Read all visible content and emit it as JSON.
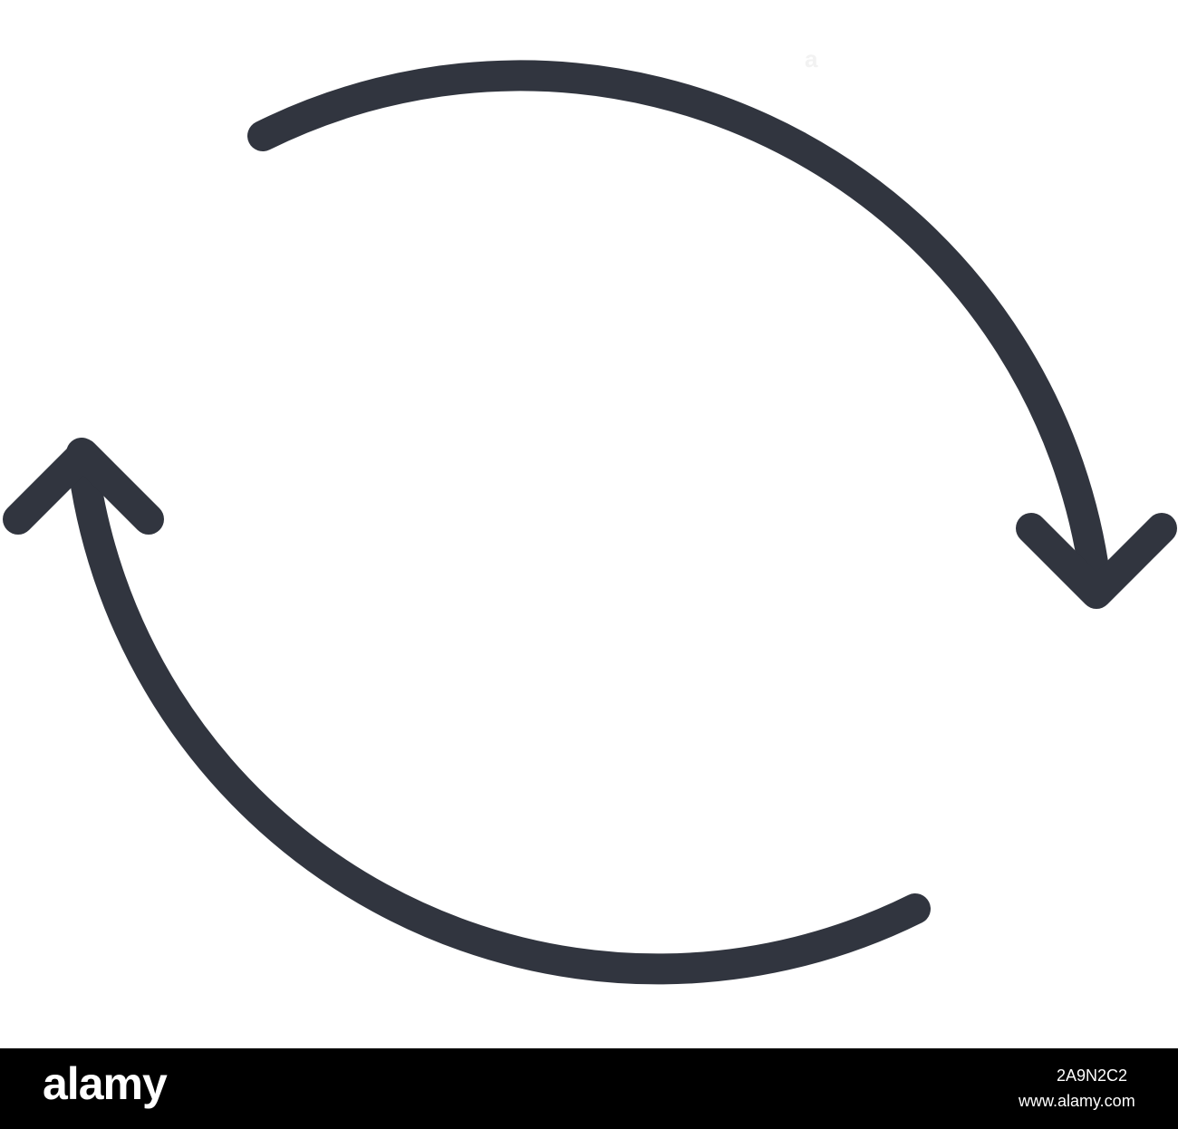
{
  "icon": {
    "name": "refresh-cycle-arrows-icon",
    "stroke_color": "#31353f",
    "background_color": "#ffffff"
  },
  "watermark": {
    "faint_text": "a"
  },
  "footer": {
    "logo_text": "alamy",
    "image_id": "2A9N2C2",
    "url": "www.alamy.com",
    "background_color": "#000000",
    "text_color": "#ffffff"
  }
}
